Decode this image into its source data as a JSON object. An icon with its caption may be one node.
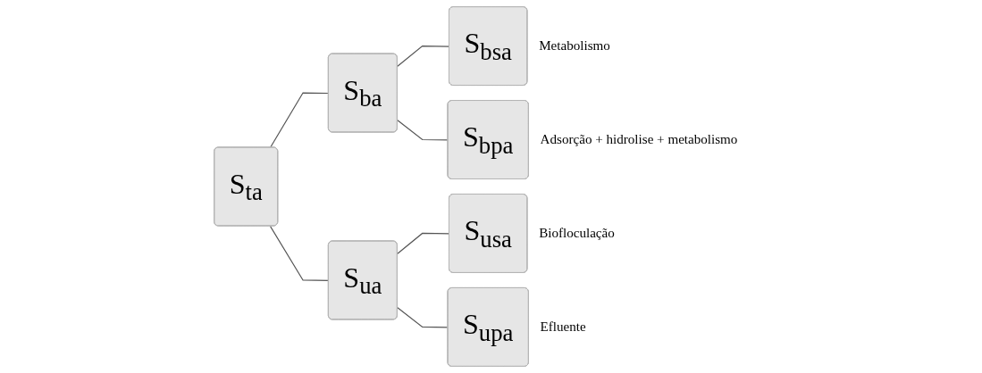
{
  "diagram": {
    "nodes": [
      {
        "text": [
          "S$_{ta}$"
        ]
      },
      {
        "text": [
          "S$_{ba}$"
        ]
      },
      {
        "text": [
          "S$_{bsa}$"
        ],
        "beside": [
          "Metabolismo"
        ]
      },
      {
        "text": [
          "S$_{bpa}$"
        ],
        "beside": [
          "Adsorção + hidrolise + metabolismo"
        ]
      },
      {
        "text": [
          "S$_{ua}$"
        ]
      },
      {
        "text": [
          "S$_{usa}$"
        ],
        "beside": [
          "Biofloculação"
        ]
      },
      {
        "text": [
          "S$_{upa}$"
        ],
        "beside": [
          "Efluente"
        ]
      }
    ],
    "edges": [
      {
        "from": 0,
        "to": 1,
        "arrow": "none"
      },
      {
        "from": 0,
        "to": 4,
        "arrow": "none"
      },
      {
        "from": 1,
        "to": 2,
        "arrow": "none"
      },
      {
        "from": 1,
        "to": 3,
        "arrow": "none"
      },
      {
        "from": 4,
        "to": 5,
        "arrow": "none"
      },
      {
        "from": 4,
        "to": 6,
        "arrow": "none"
      }
    ]
  }
}
